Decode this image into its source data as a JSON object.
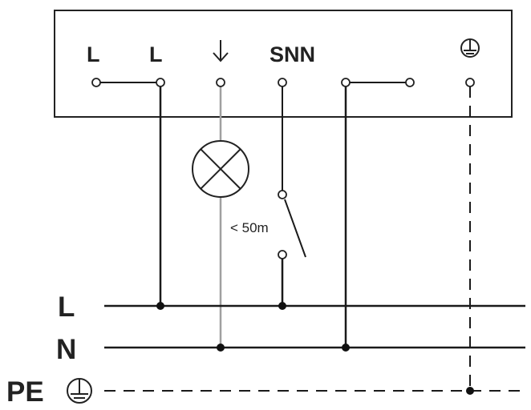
{
  "terminals": {
    "t1": "L",
    "t2": "L",
    "t3_icon": "arrow-down-icon",
    "t4": "SNN",
    "t7_icon": "earth-ground-icon"
  },
  "buses": {
    "line": "L",
    "neutral": "N",
    "protective_earth": "PE",
    "pe_icon": "earth-ground-icon"
  },
  "annotation": {
    "switch_distance": "< 50m"
  },
  "colors": {
    "wire": "#1a1a1a",
    "lamp_wire": "#a0a0a0"
  },
  "symbols": {
    "lamp": "lamp-icon",
    "switch": "pushbutton-switch-icon"
  }
}
